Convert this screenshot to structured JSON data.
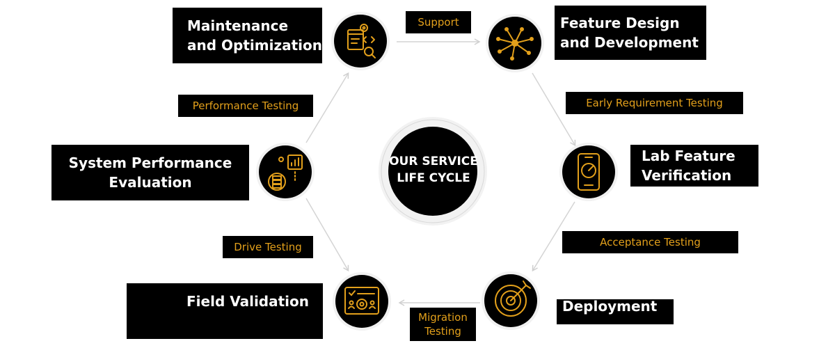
{
  "center": {
    "line1": "OUR SERVICE",
    "line2": "LIFE CYCLE"
  },
  "stages": {
    "maintenance": {
      "line1": "Maintenance",
      "line2": "and Optimization",
      "icon": "web-development-gear-icon"
    },
    "feature_design": {
      "line1": "Feature Design",
      "line2": "and Development",
      "icon": "network-nodes-icon"
    },
    "lab_verification": {
      "line1": "Lab Feature",
      "line2": "Verification",
      "icon": "phone-speedometer-icon"
    },
    "deployment": {
      "line1": "Deployment",
      "icon": "target-arrow-icon"
    },
    "field_validation": {
      "line1": "Field Validation",
      "icon": "dashboard-team-gear-icon"
    },
    "system_performance": {
      "line1": "System Performance",
      "line2": "Evaluation",
      "icon": "server-analytics-icon"
    }
  },
  "transitions": {
    "support": "Support",
    "early_requirement": "Early Requirement Testing",
    "acceptance": "Acceptance Testing",
    "migration": {
      "line1": "Migration",
      "line2": "Testing"
    },
    "drive": "Drive Testing",
    "performance": "Performance Testing"
  },
  "colors": {
    "accent": "#e3a01b",
    "box": "#000000",
    "text": "#ffffff",
    "connector": "#d0d0d0"
  }
}
